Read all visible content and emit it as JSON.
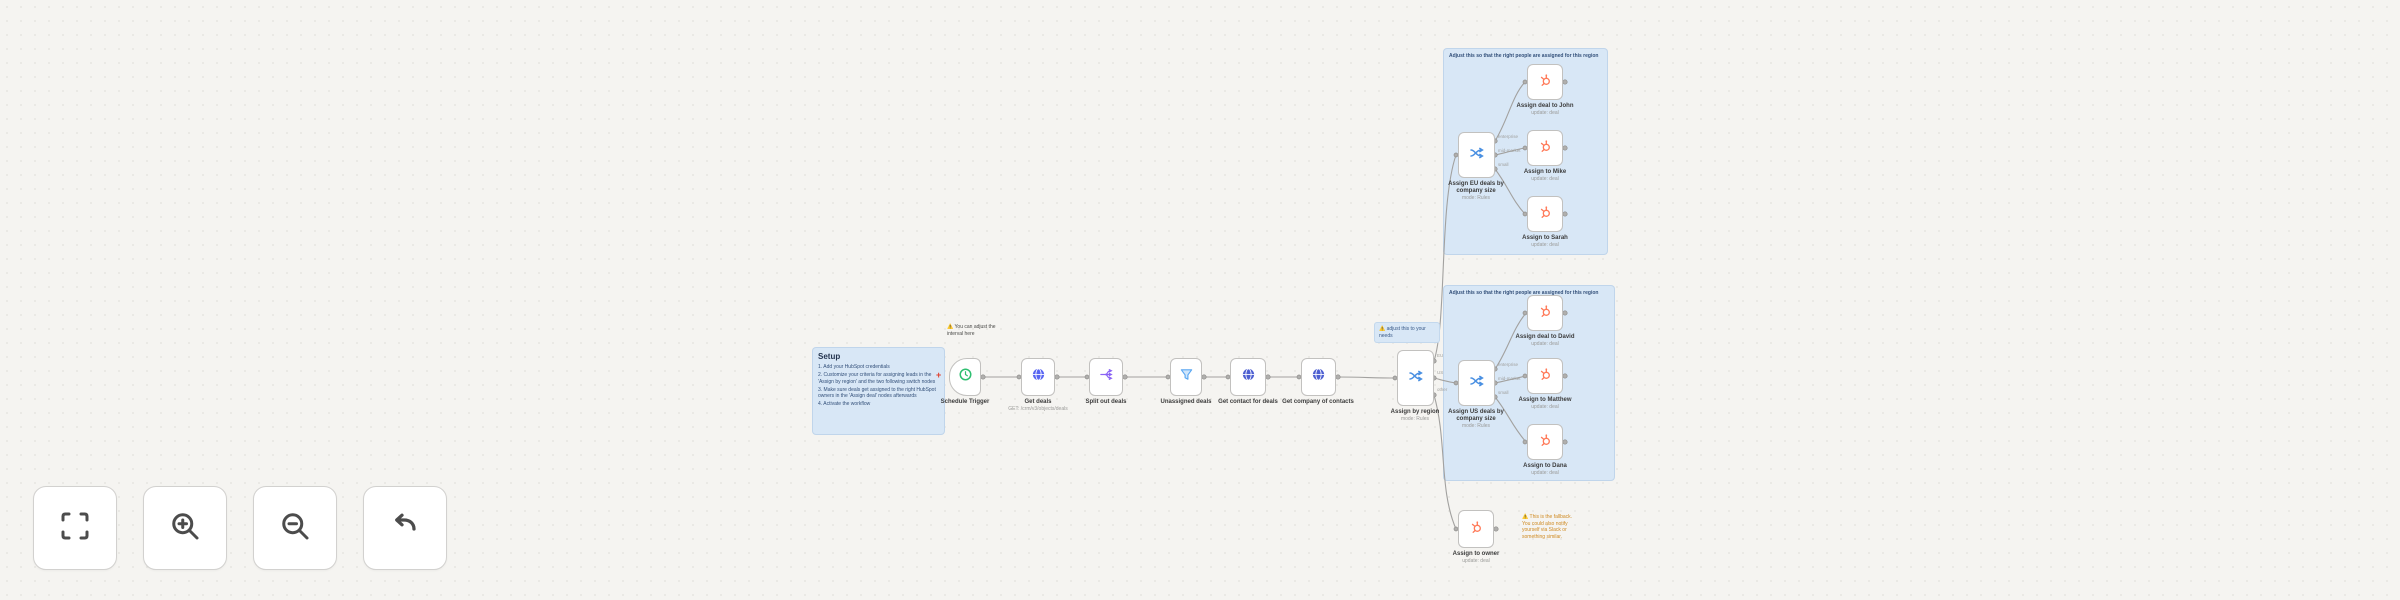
{
  "notes": {
    "setup": {
      "title": "Setup",
      "items": [
        "1. Add your HubSpot credentials",
        "2. Customize your criteria for assigning leads in the 'Assign by region' and the two following switch nodes",
        "3. Make sure deals get assigned to the right HubSpot owners in the 'Assign deal' nodes afterwards",
        "4. Activate the workflow"
      ]
    },
    "trigger_hint": "You can adjust the interval here",
    "switch_hint": "adjust this to your needs",
    "branch_note_top": "Adjust this so that the right people are assigned for this region",
    "branch_note_bottom": "Adjust this so that the right people are assigned for this region",
    "fallback_hint": "This is the fallback. You could also notify yourself via Slack or something similar.",
    "warning_emoji": "⚠️",
    "error_marker": "+"
  },
  "nodes": [
    {
      "id": "schedule-trigger",
      "label": "Schedule Trigger",
      "sublabel": "",
      "icon": "clock-icon"
    },
    {
      "id": "get-deals",
      "label": "Get deals",
      "sublabel": "GET: /crm/v3/objects/deals",
      "icon": "globe-icon"
    },
    {
      "id": "split-out-deals",
      "label": "Split out deals",
      "sublabel": "",
      "icon": "split-icon"
    },
    {
      "id": "unassigned-deals",
      "label": "Unassigned deals",
      "sublabel": "",
      "icon": "filter-icon"
    },
    {
      "id": "get-contact-for-deals",
      "label": "Get contact for deals",
      "sublabel": "",
      "icon": "globe-icon"
    },
    {
      "id": "get-company-of-contacts",
      "label": "Get company of contacts",
      "sublabel": "",
      "icon": "globe-icon"
    },
    {
      "id": "assign-by-region",
      "label": "Assign by region",
      "sublabel": "mode: Rules",
      "icon": "switch-icon"
    },
    {
      "id": "assign-eu-deals",
      "label": "Assign EU deals by company size",
      "sublabel": "mode: Rules",
      "icon": "switch-icon"
    },
    {
      "id": "assign-deal-john",
      "label": "Assign deal to John",
      "sublabel": "update: deal",
      "icon": "hubspot-icon"
    },
    {
      "id": "assign-mike",
      "label": "Assign to Mike",
      "sublabel": "update: deal",
      "icon": "hubspot-icon"
    },
    {
      "id": "assign-sarah",
      "label": "Assign to Sarah",
      "sublabel": "update: deal",
      "icon": "hubspot-icon"
    },
    {
      "id": "assign-us-deals",
      "label": "Assign US deals by company size",
      "sublabel": "mode: Rules",
      "icon": "switch-icon"
    },
    {
      "id": "assign-deal-david",
      "label": "Assign deal to David",
      "sublabel": "update: deal",
      "icon": "hubspot-icon"
    },
    {
      "id": "assign-matthew",
      "label": "Assign to Matthew",
      "sublabel": "update: deal",
      "icon": "hubspot-icon"
    },
    {
      "id": "assign-dana",
      "label": "Assign to Dana",
      "sublabel": "update: deal",
      "icon": "hubspot-icon"
    },
    {
      "id": "assign-owner-fallback",
      "label": "Assign to owner",
      "sublabel": "update: deal",
      "icon": "hubspot-icon"
    }
  ],
  "port_labels": {
    "region": [
      "EU",
      "US",
      "other"
    ],
    "company_size": [
      "enterprise",
      "mid-market",
      "small"
    ]
  },
  "toolbar": {
    "buttons": [
      {
        "id": "fit-view",
        "icon": "fit-view-icon"
      },
      {
        "id": "zoom-in",
        "icon": "zoom-in-icon"
      },
      {
        "id": "zoom-out",
        "icon": "zoom-out-icon"
      },
      {
        "id": "undo",
        "icon": "undo-icon"
      }
    ]
  },
  "colors": {
    "canvas_bg": "#f5f4f1",
    "sticky_blue": "#d8e7f6",
    "node_border": "#c2c1bf",
    "connection": "#a2a19f",
    "trigger_green": "#2fbf71",
    "http_indigo": "#5865f2",
    "split_purple": "#8a63f4",
    "filter_blue": "#58a6f2",
    "switch_blue": "#4a90e2",
    "hubspot_orange": "#ff7a59",
    "warning_amber": "#eda20c",
    "error_red": "#e0402e"
  }
}
